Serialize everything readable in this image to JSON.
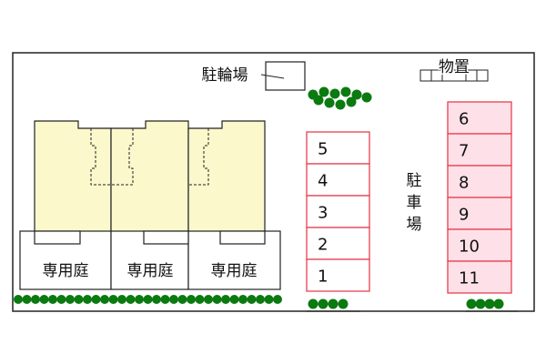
{
  "labels": {
    "bicycle_parking": "駐輪場",
    "storage": "物置",
    "parking_char1": "駐",
    "parking_char2": "車",
    "parking_char3": "場",
    "private_garden": "専用庭"
  },
  "parking_left": [
    "5",
    "4",
    "3",
    "2",
    "1"
  ],
  "parking_right": [
    "6",
    "7",
    "8",
    "9",
    "10",
    "11"
  ],
  "colors": {
    "unit_fill": "#fbf8cc",
    "parking_stroke": "#e8404f",
    "parking_right_fill": "#fde0e8",
    "hedge": "#0b7a10",
    "outline": "#222222"
  }
}
